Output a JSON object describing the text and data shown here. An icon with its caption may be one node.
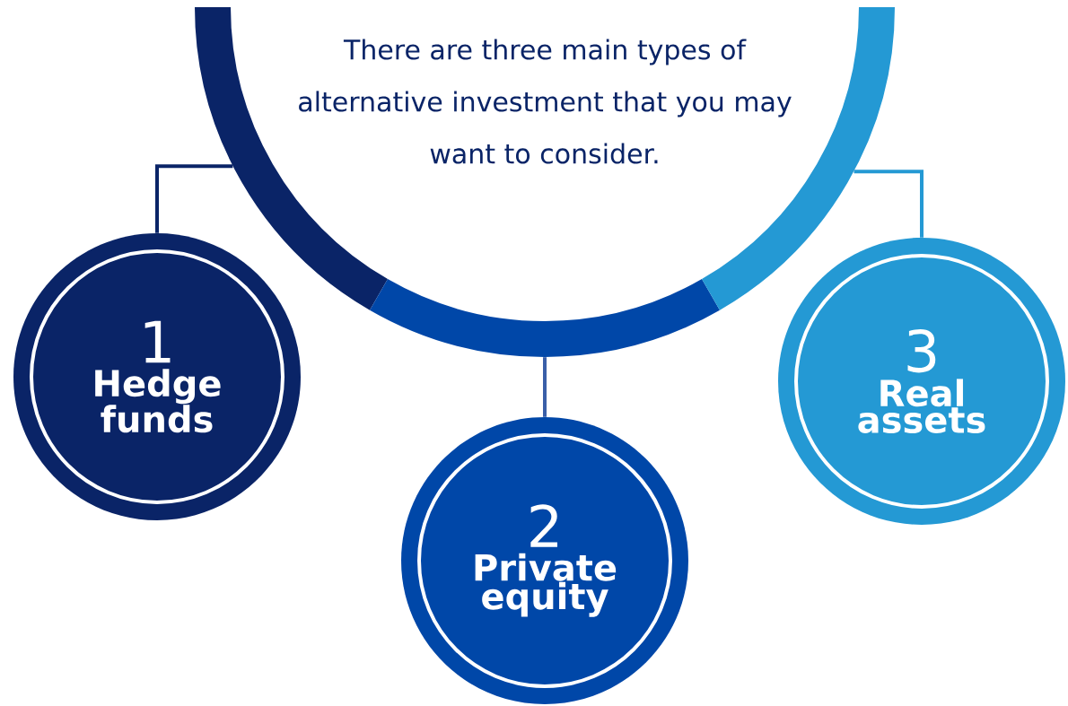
{
  "diagram": {
    "nodes": [
      {
        "text": [
          "There are three main types of alternative investment that you may want to consider."
        ]
      },
      {
        "text": [
          "1",
          "Hedge funds"
        ]
      },
      {
        "text": [
          "2",
          "Private equity"
        ]
      },
      {
        "text": [
          "3",
          "Real assets"
        ]
      }
    ],
    "edges": [
      {
        "from": 0,
        "to": 1,
        "arrow": "none",
        "color": "#0a2467"
      },
      {
        "from": 0,
        "to": 2,
        "arrow": "none",
        "color": "#3a5fa8"
      },
      {
        "from": 0,
        "to": 3,
        "arrow": "none",
        "color": "#2499d4"
      }
    ]
  }
}
